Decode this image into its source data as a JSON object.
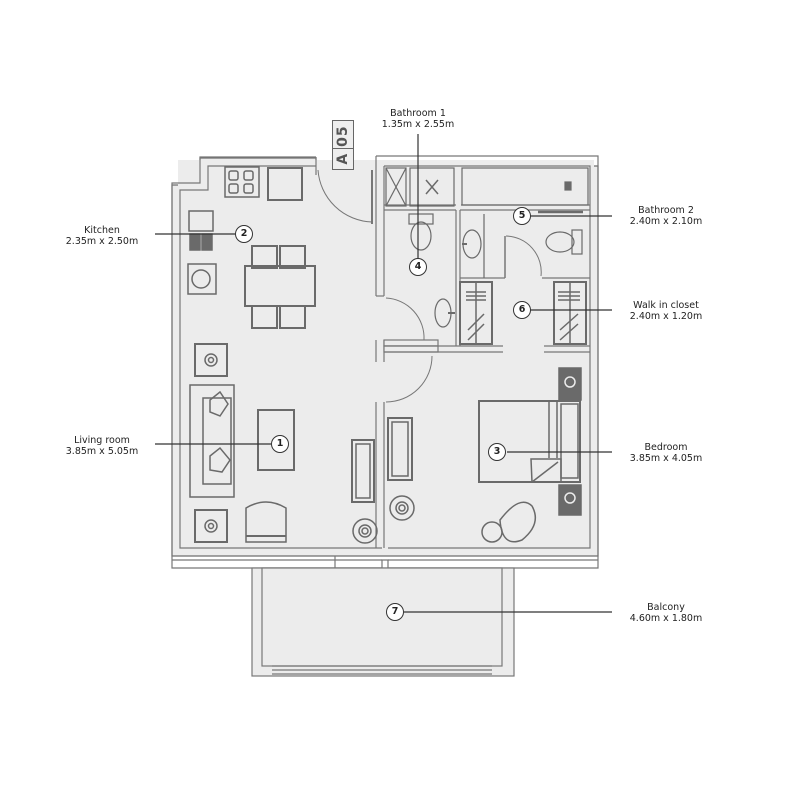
{
  "unit": {
    "code": "A 05"
  },
  "rooms": [
    {
      "id": 1,
      "name": "Living room",
      "dims": "3.85m x 5.05m",
      "marker": "1"
    },
    {
      "id": 2,
      "name": "Kitchen",
      "dims": "2.35m x 2.50m",
      "marker": "2"
    },
    {
      "id": 3,
      "name": "Bedroom",
      "dims": "3.85m x 4.05m",
      "marker": "3"
    },
    {
      "id": 4,
      "name": "Bathroom 1",
      "dims": "1.35m x 2.55m",
      "marker": "4"
    },
    {
      "id": 5,
      "name": "Bathroom 2",
      "dims": "2.40m x 2.10m",
      "marker": "5"
    },
    {
      "id": 6,
      "name": "Walk in closet",
      "dims": "2.40m x 1.20m",
      "marker": "6"
    },
    {
      "id": 7,
      "name": "Balcony",
      "dims": "4.60m x 1.80m",
      "marker": "7"
    }
  ],
  "colors": {
    "wall": "#6e6e6e",
    "floor": "#ececec",
    "furniture": "#6a6a6a",
    "leader": "#333333",
    "text": "#222222"
  }
}
